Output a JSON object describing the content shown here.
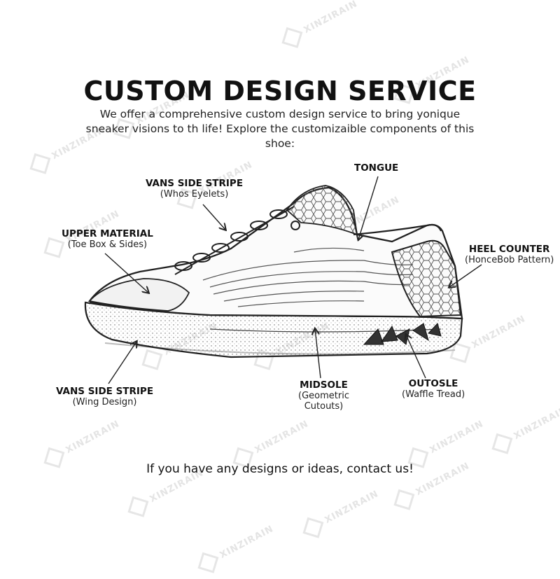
{
  "watermark": "XINZIRAIN",
  "title": "CUSTOM DESIGN SERVICE",
  "intro": "We offer a comprehensive custom design service to bring yonique sneaker visions to th life! Explore the customizaible components of this shoe:",
  "labels": {
    "vans_stripe_top": {
      "heading": "VANS SIDE STRIPE",
      "sub": "(Whos Eyelets)"
    },
    "tongue": {
      "heading": "TONGUE"
    },
    "upper_material": {
      "heading": "UPPER MATERIAL",
      "sub": "(Toe Box & Sides)"
    },
    "heel_counter": {
      "heading": "HEEL COUNTER",
      "sub": "(HonceBob Pattern)"
    },
    "vans_stripe_bottom": {
      "heading": "VANS SIDE STRIPE",
      "sub": "(Wing Design)"
    },
    "midsole": {
      "heading": "MIDSOLE",
      "sub_line1": "(Geometric",
      "sub_line2": "Cutouts)"
    },
    "outsole": {
      "heading": "OUTOSLE",
      "sub": "(Waffle Tread)"
    }
  },
  "footer": "If you have any designs or ideas, contact us!"
}
